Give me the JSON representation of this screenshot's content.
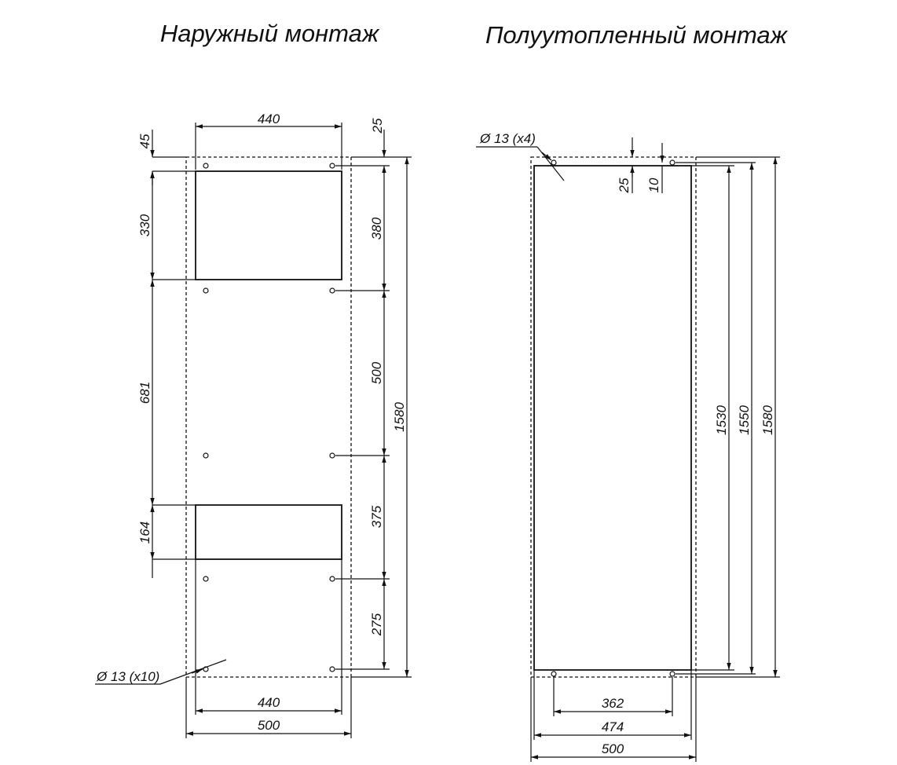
{
  "titles": {
    "surface": "Наружный монтаж",
    "semi_recessed": "Полуутопленный монтаж"
  },
  "surface": {
    "top_width": "440",
    "top_offset_left": "45",
    "top_offset_right": "25",
    "upper_opening_height": "330",
    "middle_span": "681",
    "lower_opening_height": "164",
    "right_spacing_1": "380",
    "right_spacing_2": "500",
    "right_spacing_3": "375",
    "right_spacing_4": "275",
    "total_height": "1580",
    "hole_note": "Ø 13 (x10)",
    "bottom_width_inner": "440",
    "bottom_width_total": "500"
  },
  "semi_recessed": {
    "hole_note": "Ø 13 (x4)",
    "top_offset_25": "25",
    "top_offset_10": "10",
    "height_1530": "1530",
    "height_1550": "1550",
    "height_1580": "1580",
    "width_362": "362",
    "width_474": "474",
    "width_500": "500"
  },
  "colors": {
    "line": "#111111",
    "background": "#ffffff"
  }
}
